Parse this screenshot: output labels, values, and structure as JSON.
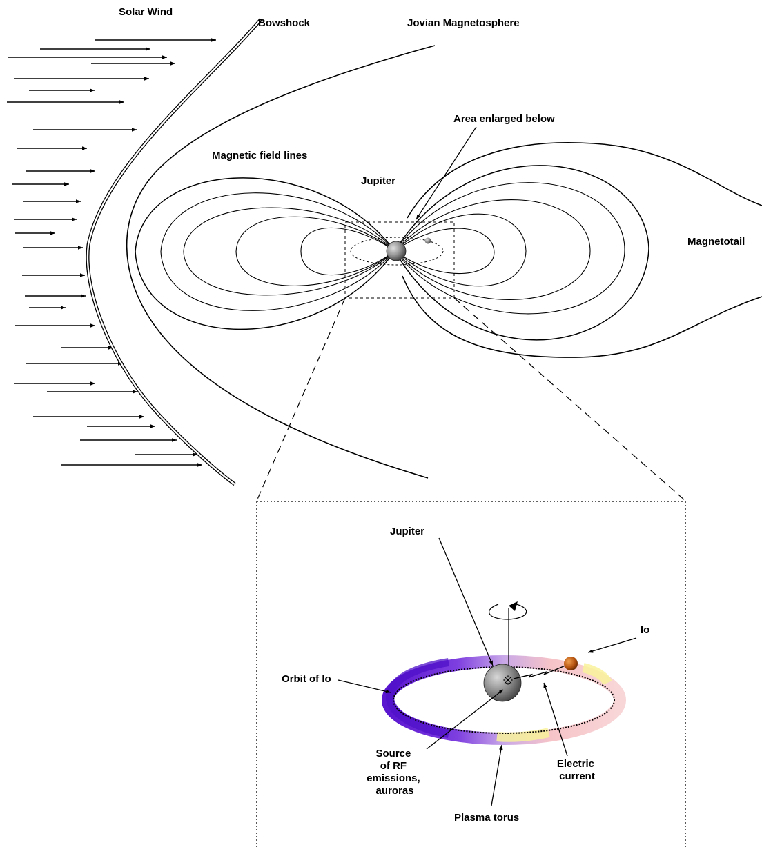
{
  "labels": {
    "solar_wind": "Solar Wind",
    "bowshock": "Bowshock",
    "jovian_magnetosphere": "Jovian Magnetosphere",
    "area_enlarged": "Area enlarged below",
    "magnetic_field_lines": "Magnetic field lines",
    "jupiter_top": "Jupiter",
    "magnetotail": "Magnetotail",
    "jupiter_inset": "Jupiter",
    "io": "Io",
    "orbit_of_io": "Orbit of Io",
    "source_rf": [
      "Source",
      "of RF",
      "emissions,",
      "auroras"
    ],
    "electric_current": [
      "Electric",
      "current"
    ],
    "plasma_torus": "Plasma torus"
  },
  "colors": {
    "torus_violet": "#6a1fd6",
    "torus_lavender": "#c9a8e8",
    "torus_pink": "#f6c4c8",
    "torus_yellow": "#f8f29a",
    "io_orange": "#b5520e",
    "jupiter_gray": "#8a8a8a"
  }
}
